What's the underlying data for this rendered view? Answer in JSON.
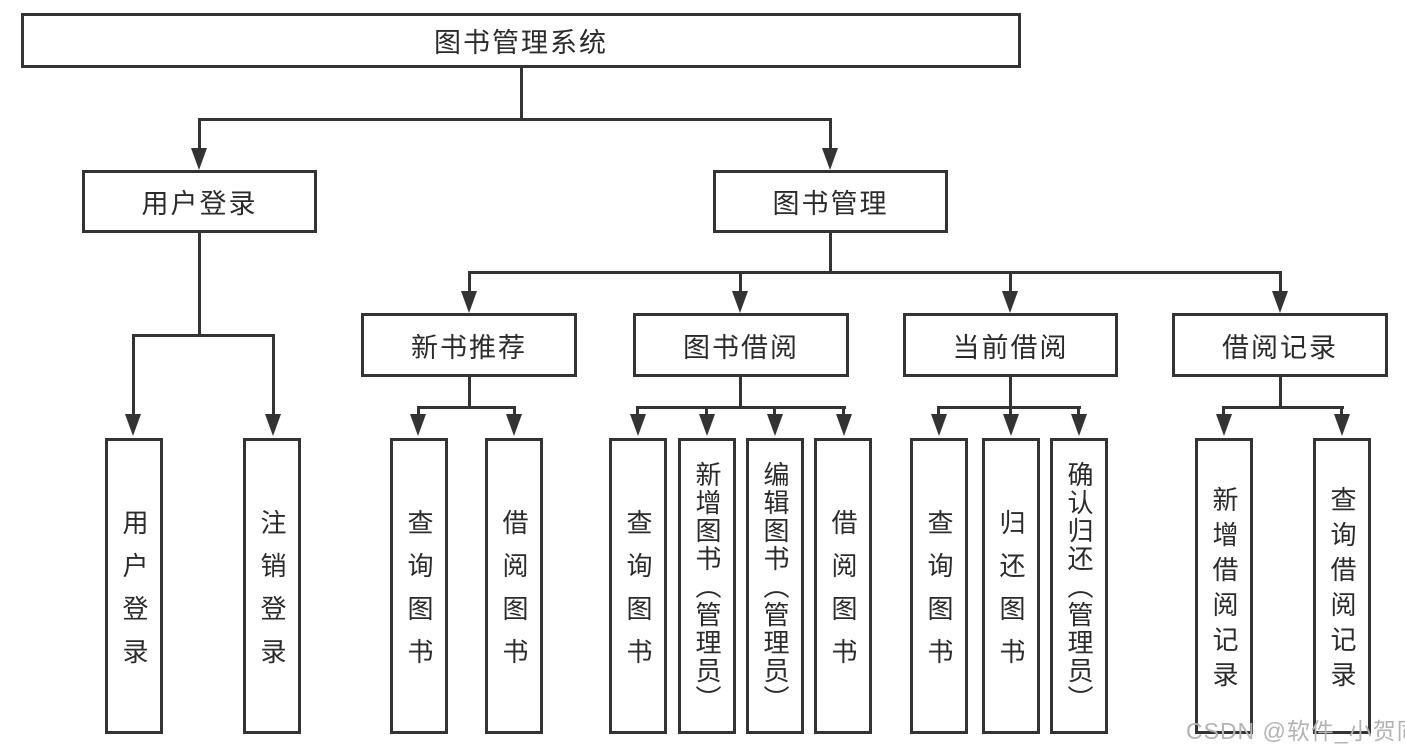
{
  "diagram": {
    "title": "图书管理系统",
    "root": {
      "label": "图书管理系统"
    },
    "level2": [
      {
        "label": "用户登录"
      },
      {
        "label": "图书管理"
      }
    ],
    "level3": [
      {
        "label": "新书推荐"
      },
      {
        "label": "图书借阅"
      },
      {
        "label": "当前借阅"
      },
      {
        "label": "借阅记录"
      }
    ],
    "leaves": [
      {
        "label": "用户登录"
      },
      {
        "label": "注销登录"
      },
      {
        "label": "查询图书"
      },
      {
        "label": "借阅图书"
      },
      {
        "label": "查询图书"
      },
      {
        "label": "新增图书（管理员）"
      },
      {
        "label": "编辑图书（管理员）"
      },
      {
        "label": "借阅图书"
      },
      {
        "label": "查询图书"
      },
      {
        "label": "归还图书"
      },
      {
        "label": "确认归还（管理员）"
      },
      {
        "label": "新增借阅记录"
      },
      {
        "label": "查询借阅记录"
      }
    ],
    "colors": {
      "line": "#333333",
      "text": "#2b2b2b",
      "box_background": "#ffffff",
      "watermark": "#b3b3b3"
    }
  },
  "watermark": {
    "text": "CSDN @软件_小贺同学"
  }
}
